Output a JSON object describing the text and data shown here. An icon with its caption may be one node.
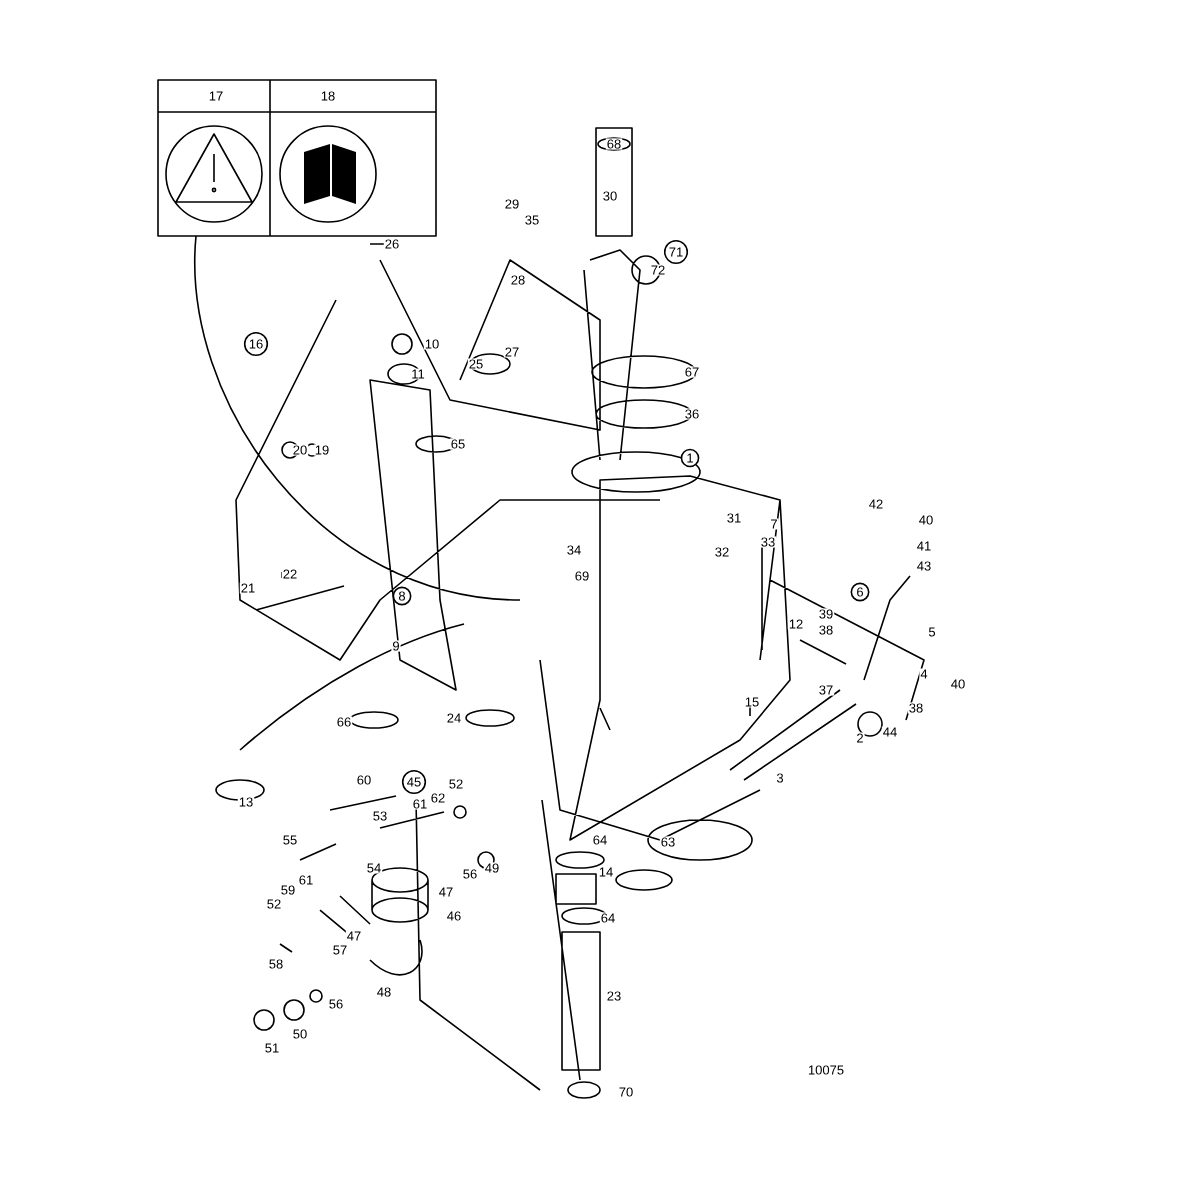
{
  "diagram": {
    "labels": [
      "17",
      "18",
      "68",
      "30",
      "29",
      "35",
      "26",
      "71",
      "72",
      "16",
      "28",
      "10",
      "27",
      "25",
      "11",
      "67",
      "36",
      "20",
      "19",
      "65",
      "1",
      "31",
      "32",
      "33",
      "34",
      "69",
      "7",
      "42",
      "40",
      "41",
      "43",
      "6",
      "21",
      "22",
      "8",
      "12",
      "39",
      "38",
      "5",
      "9",
      "4",
      "40",
      "37",
      "38",
      "44",
      "15",
      "2",
      "66",
      "24",
      "60",
      "45",
      "52",
      "3",
      "13",
      "61",
      "62",
      "63",
      "53",
      "55",
      "54",
      "56",
      "49",
      "64",
      "14",
      "59",
      "61",
      "52",
      "47",
      "46",
      "64",
      "58",
      "57",
      "47",
      "48",
      "56",
      "23",
      "50",
      "51",
      "10075",
      "70"
    ]
  }
}
